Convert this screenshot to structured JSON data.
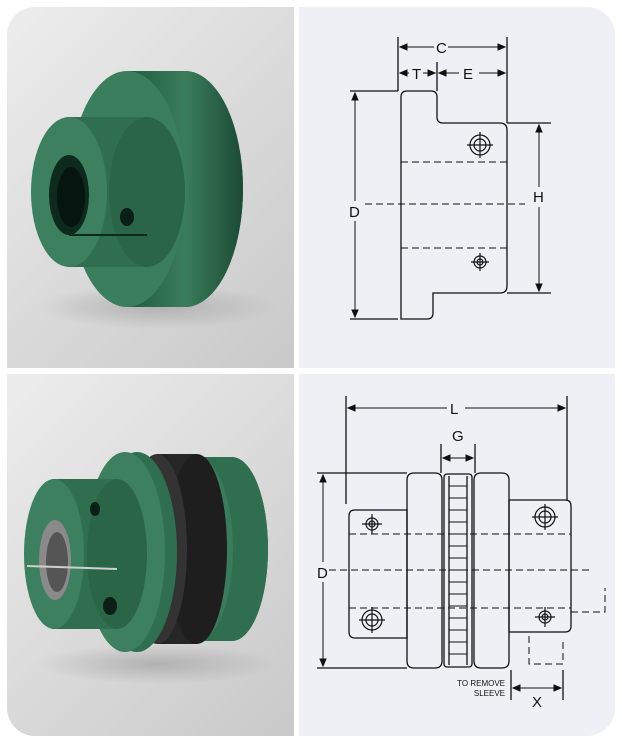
{
  "top_drawing": {
    "labels": {
      "c": "C",
      "t": "T",
      "e": "E",
      "d": "D",
      "h": "H"
    }
  },
  "bottom_drawing": {
    "labels": {
      "l": "L",
      "g": "G",
      "d": "D",
      "x": "X"
    },
    "note_line1": "TO REMOVE",
    "note_line2": "SLEEVE"
  },
  "colors": {
    "hub_green": "#2f6e4f",
    "hub_green_dark": "#1f4c36",
    "sleeve_black": "#2a2a2a",
    "drawing_bg": "#eef0f5"
  }
}
